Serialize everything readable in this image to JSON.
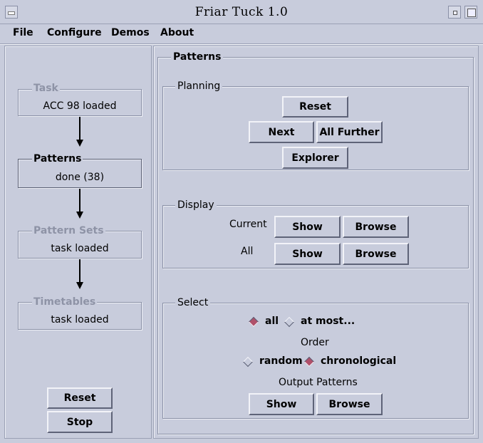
{
  "window": {
    "title": "Friar Tuck 1.0"
  },
  "menu": {
    "file": "File",
    "configure": "Configure",
    "demos": "Demos",
    "about": "About"
  },
  "workflow": {
    "task": {
      "title": "Task",
      "status": "ACC 98 loaded"
    },
    "patterns": {
      "title": "Patterns",
      "status": "done (38)"
    },
    "pattern_sets": {
      "title": "Pattern Sets",
      "status": "task loaded"
    },
    "timetables": {
      "title": "Timetables",
      "status": "task loaded"
    },
    "reset_label": "Reset",
    "stop_label": "Stop"
  },
  "patterns_panel": {
    "title": "Patterns",
    "planning": {
      "title": "Planning",
      "reset_label": "Reset",
      "next_label": "Next",
      "all_further_label": "All Further",
      "explorer_label": "Explorer"
    },
    "display": {
      "title": "Display",
      "current_label": "Current",
      "all_label": "All",
      "show_label": "Show",
      "browse_label": "Browse"
    },
    "select": {
      "title": "Select",
      "all_option": "all",
      "at_most_option": "at most...",
      "selected_scope": "all",
      "order_label": "Order",
      "random_option": "random",
      "chronological_option": "chronological",
      "selected_order": "chronological",
      "output_label": "Output Patterns",
      "show_label": "Show",
      "browse_label": "Browse"
    }
  }
}
